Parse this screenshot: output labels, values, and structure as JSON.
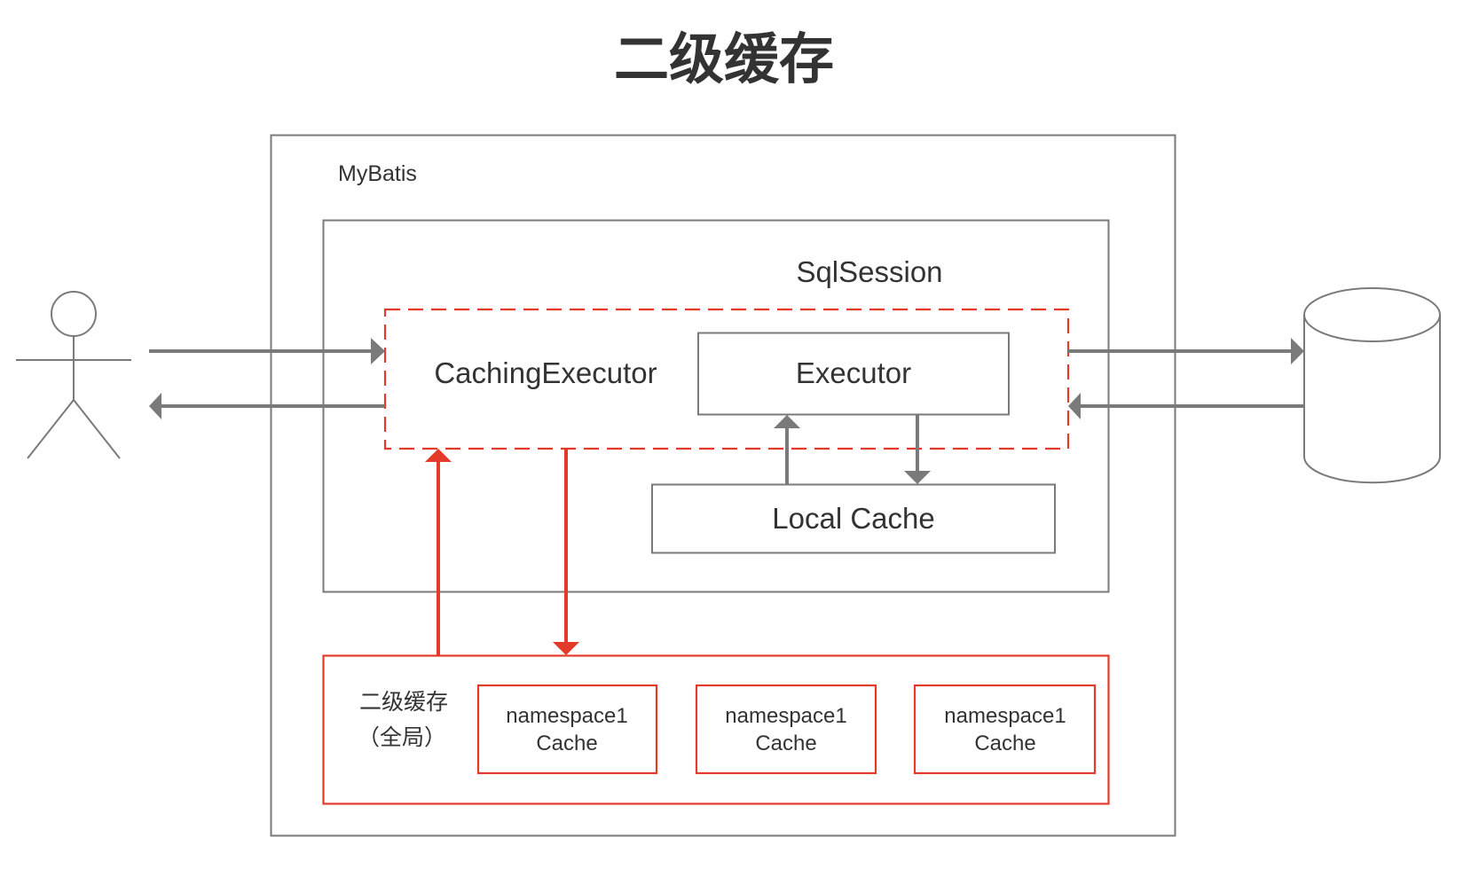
{
  "title": "二级缓存",
  "colors": {
    "stroke_gray": "#7a7a7a",
    "accent_red": "#e43a2a",
    "text": "#333333"
  },
  "nodes": {
    "user": {
      "label": "",
      "icon": "person-icon"
    },
    "database": {
      "label": "",
      "icon": "database-cylinder-icon"
    },
    "mybatis": {
      "label": "MyBatis"
    },
    "sqlsession": {
      "label": "SqlSession"
    },
    "caching_executor": {
      "label": "CachingExecutor",
      "style": "dashed-red"
    },
    "executor": {
      "label": "Executor"
    },
    "local_cache": {
      "label": "Local Cache"
    },
    "second_level_cache": {
      "label_line1": "二级缓存",
      "label_line2": "（全局）",
      "namespaces": [
        {
          "line1": "namespace1",
          "line2": "Cache"
        },
        {
          "line1": "namespace1",
          "line2": "Cache"
        },
        {
          "line1": "namespace1",
          "line2": "Cache"
        }
      ]
    }
  },
  "edges": [
    {
      "from": "user",
      "to": "caching_executor",
      "color": "gray"
    },
    {
      "from": "caching_executor",
      "to": "user",
      "color": "gray"
    },
    {
      "from": "caching_executor",
      "to": "database",
      "color": "gray"
    },
    {
      "from": "database",
      "to": "caching_executor",
      "color": "gray"
    },
    {
      "from": "local_cache",
      "to": "executor",
      "color": "gray"
    },
    {
      "from": "executor",
      "to": "local_cache",
      "color": "gray"
    },
    {
      "from": "second_level_cache",
      "to": "caching_executor",
      "color": "red"
    },
    {
      "from": "caching_executor",
      "to": "second_level_cache",
      "color": "red"
    }
  ]
}
